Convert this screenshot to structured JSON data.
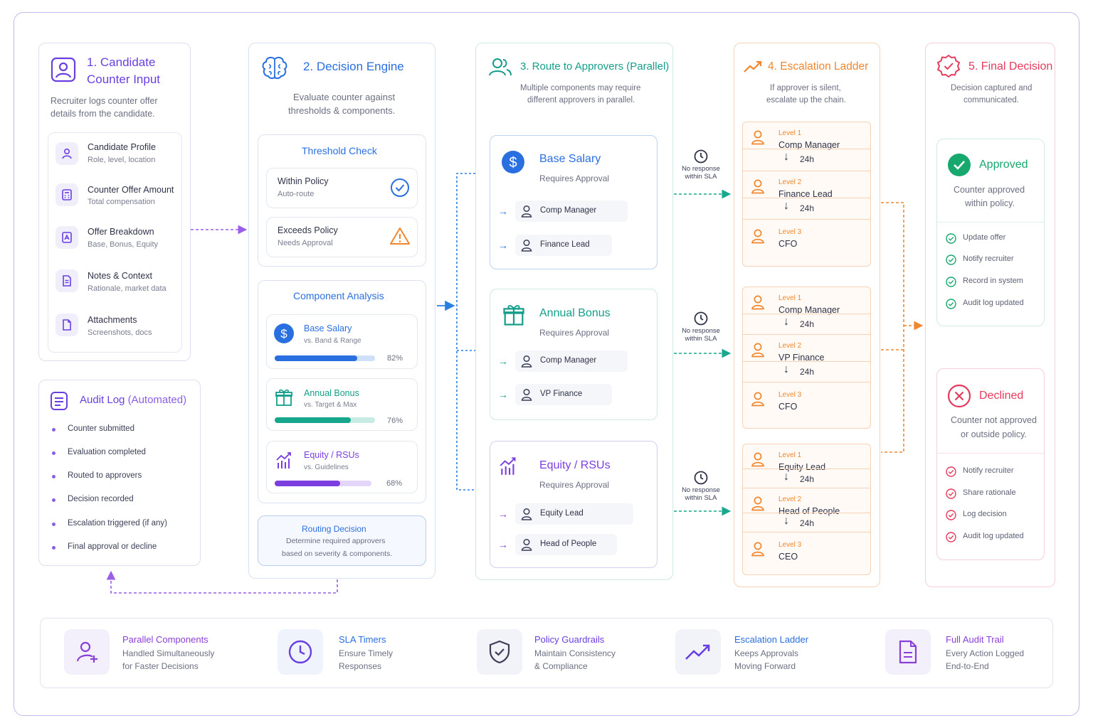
{
  "col1": {
    "title_line1": "1.  Candidate",
    "title_line2": "Counter Input",
    "desc_line1": "Recruiter logs counter offer",
    "desc_line2": "details from the candidate.",
    "items": [
      {
        "title": "Candidate Profile",
        "sub": "Role, level, location",
        "icon": "user-icon"
      },
      {
        "title": "Counter Offer Amount",
        "sub": "Total compensation",
        "icon": "calculator-icon"
      },
      {
        "title": "Offer Breakdown",
        "sub": "Base, Bonus, Equity",
        "icon": "breakdown-icon"
      },
      {
        "title": "Notes & Context",
        "sub": "Rationale, market data",
        "icon": "notes-icon"
      },
      {
        "title": "Attachments",
        "sub": "Screenshots, docs",
        "icon": "file-icon"
      }
    ]
  },
  "audit": {
    "title_main": "Audit Log",
    "title_suffix": "(Automated)",
    "items": [
      "Counter submitted",
      "Evaluation completed",
      "Routed to approvers",
      "Decision recorded",
      "Escalation triggered (if any)",
      "Final approval or decline"
    ]
  },
  "col2": {
    "title": "2.  Decision Engine",
    "desc_line1": "Evaluate counter against",
    "desc_line2": "thresholds & components.",
    "threshold": {
      "title": "Threshold Check",
      "within_title": "Within Policy",
      "within_sub": "Auto-route",
      "exceeds_title": "Exceeds Policy",
      "exceeds_sub": "Needs Approval"
    },
    "component": {
      "title": "Component Analysis",
      "items": [
        {
          "title": "Base Salary",
          "sub": "vs. Band & Range",
          "value": 82,
          "label": "82%"
        },
        {
          "title": "Annual Bonus",
          "sub": "vs. Target & Max",
          "value": 76,
          "label": "76%"
        },
        {
          "title": "Equity / RSUs",
          "sub": "vs. Guidelines",
          "value": 68,
          "label": "68%"
        }
      ]
    },
    "routing": {
      "title": "Routing Decision",
      "line1": "Determine required approvers",
      "line2": "based on severity & components."
    }
  },
  "col3": {
    "title": "3.  Route to Approvers (Parallel)",
    "desc_line1": "Multiple components may require",
    "desc_line2": "different approvers in parallel.",
    "groups": [
      {
        "title": "Base Salary",
        "sub": "Requires Approval",
        "approvers": [
          "Comp Manager",
          "Finance Lead"
        ]
      },
      {
        "title": "Annual Bonus",
        "sub": "Requires Approval",
        "approvers": [
          "Comp Manager",
          "VP Finance"
        ]
      },
      {
        "title": "Equity / RSUs",
        "sub": "Requires Approval",
        "approvers": [
          "Equity Lead",
          "Head of People"
        ]
      }
    ]
  },
  "sla": {
    "line1": "No response",
    "line2": "within SLA"
  },
  "col4": {
    "title": "4.  Escalation Ladder",
    "desc_line1": "If approver is silent,",
    "desc_line2": "escalate up the chain.",
    "interval": "24h",
    "ladders": [
      [
        {
          "level": "Level 1",
          "name": "Comp Manager"
        },
        {
          "level": "Level 2",
          "name": "Finance Lead"
        },
        {
          "level": "Level 3",
          "name": "CFO"
        }
      ],
      [
        {
          "level": "Level 1",
          "name": "Comp Manager"
        },
        {
          "level": "Level 2",
          "name": "VP Finance"
        },
        {
          "level": "Level 3",
          "name": "CFO"
        }
      ],
      [
        {
          "level": "Level 1",
          "name": "Equity Lead"
        },
        {
          "level": "Level 2",
          "name": "Head of People"
        },
        {
          "level": "Level 3",
          "name": "CEO"
        }
      ]
    ]
  },
  "col5": {
    "title": "5.  Final Decision",
    "desc_line1": "Decision captured and",
    "desc_line2": "communicated.",
    "approved": {
      "title": "Approved",
      "line1": "Counter approved",
      "line2": "within policy.",
      "items": [
        "Update offer",
        "Notify recruiter",
        "Record in system",
        "Audit log updated"
      ]
    },
    "declined": {
      "title": "Declined",
      "line1": "Counter not approved",
      "line2": "or outside policy.",
      "items": [
        "Notify recruiter",
        "Share rationale",
        "Log decision",
        "Audit log updated"
      ]
    }
  },
  "features": [
    {
      "title": "Parallel Components",
      "line1": "Handled Simultaneously",
      "line2": "for Faster Decisions",
      "color": "#8a3fd6"
    },
    {
      "title": "SLA Timers",
      "line1": "Ensure Timely",
      "line2": "Responses",
      "color": "#2a6fe0"
    },
    {
      "title": "Policy Guardrails",
      "line1": "Maintain Consistency",
      "line2": "& Compliance",
      "color": "#6a3fe0"
    },
    {
      "title": "Escalation Ladder",
      "line1": "Keeps Approvals",
      "line2": "Moving Forward",
      "color": "#2a6fe0"
    },
    {
      "title": "Full Audit Trail",
      "line1": "Every Action Logged",
      "line2": "End-to-End",
      "color": "#8a3fd6"
    }
  ],
  "colors": {
    "purple": "#6a3fe0",
    "blue": "#2a6fe0",
    "teal": "#149e8a",
    "orange": "#f2862c",
    "green": "#16a86c",
    "red": "#e63a5c"
  }
}
